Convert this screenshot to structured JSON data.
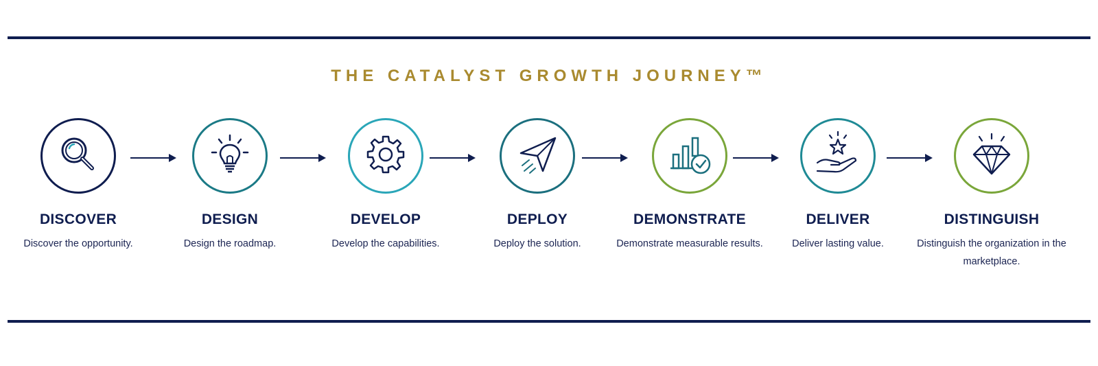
{
  "title": "THE CATALYST GROWTH JOURNEY™",
  "colors": {
    "navy": "#0f1d4f",
    "gold": "#a98a2f",
    "teal": "#1f8a95",
    "cyan": "#2aa6b8",
    "green": "#7aa63a"
  },
  "steps": [
    {
      "label": "DISCOVER",
      "description": "Discover the opportunity.",
      "icon": "magnifier-icon"
    },
    {
      "label": "DESIGN",
      "description": "Design the roadmap.",
      "icon": "lightbulb-icon"
    },
    {
      "label": "DEVELOP",
      "description": "Develop the capabilities.",
      "icon": "gear-icon"
    },
    {
      "label": "DEPLOY",
      "description": "Deploy the solution.",
      "icon": "paper-plane-icon"
    },
    {
      "label": "DEMONSTRATE",
      "description": "Demonstrate measurable results.",
      "icon": "bar-chart-check-icon"
    },
    {
      "label": "DELIVER",
      "description": "Deliver lasting value.",
      "icon": "hand-star-icon"
    },
    {
      "label": "DISTINGUISH",
      "description": "Distinguish the organization in the marketplace.",
      "icon": "diamond-icon"
    }
  ]
}
